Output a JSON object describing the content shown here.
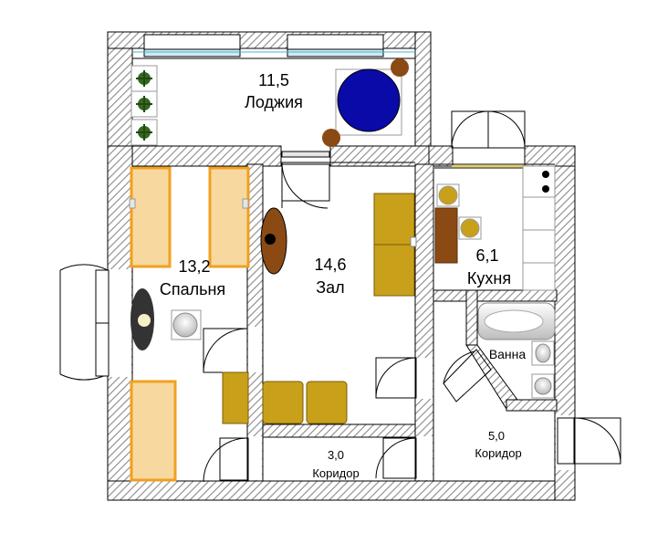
{
  "rooms": [
    {
      "id": "loggia",
      "area": "11,5",
      "name": "Лоджия"
    },
    {
      "id": "bedroom",
      "area": "13,2",
      "name": "Спальня"
    },
    {
      "id": "hall",
      "area": "14,6",
      "name": "Зал"
    },
    {
      "id": "kitchen",
      "area": "6,1",
      "name": "Кухня"
    },
    {
      "id": "bathroom",
      "area": "",
      "name": "Ванна"
    },
    {
      "id": "corridor-small",
      "area": "3,0",
      "name": "Коридор"
    },
    {
      "id": "corridor-large",
      "area": "5,0",
      "name": "Коридор"
    }
  ],
  "colors": {
    "wall_hatch": "#8a8a8a",
    "bed_fill": "#f7d9a0",
    "bed_border": "#f0a020",
    "sofa": "#c9a01a",
    "wood": "#8b4a14",
    "globe": "#0a0aa8",
    "plant": "#2d6a1f",
    "window_glass": "#cfeaf2"
  }
}
